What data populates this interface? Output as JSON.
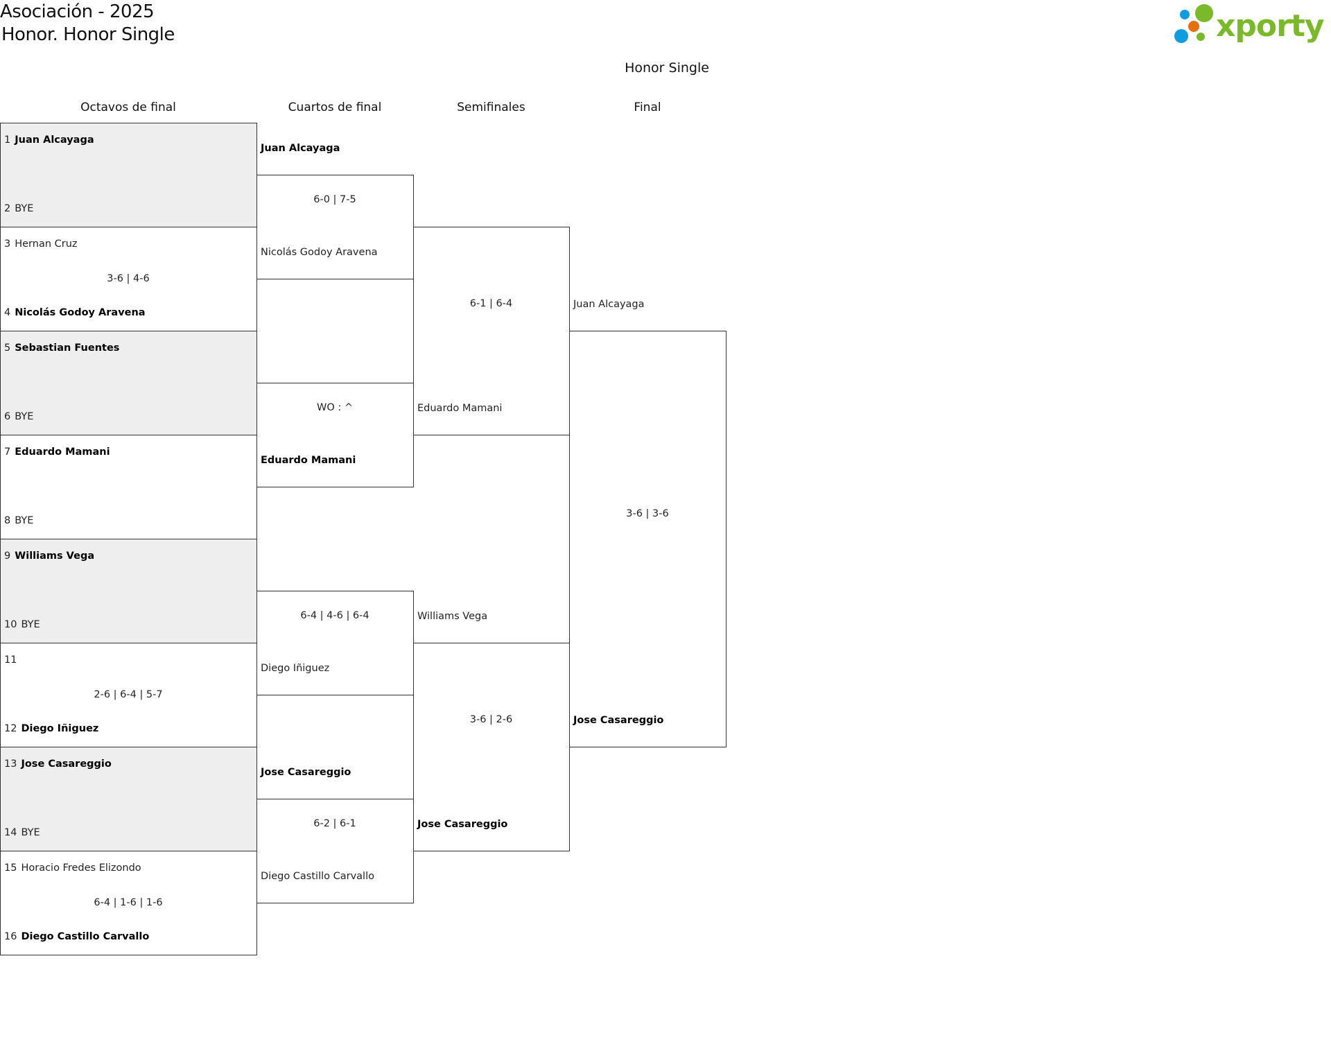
{
  "header": {
    "title": "Asociación - 2025",
    "subtitle": "Honor. Honor Single",
    "draw_name": "Honor Single"
  },
  "logo": {
    "text": "xporty",
    "colors": {
      "green": "#7ab929",
      "blue": "#0f9de0",
      "orange": "#e5700f"
    }
  },
  "rounds": [
    "Octavos de final",
    "Cuartos de final",
    "Semifinales",
    "Final"
  ],
  "octavos": [
    {
      "top": {
        "seed": "1",
        "name": "Juan Alcayaga",
        "winner": true
      },
      "bottom": {
        "seed": "2",
        "name": "BYE",
        "winner": false
      },
      "score": "",
      "bye": true
    },
    {
      "top": {
        "seed": "3",
        "name": "Hernan Cruz",
        "winner": false
      },
      "bottom": {
        "seed": "4",
        "name": "Nicolás Godoy Aravena",
        "winner": true
      },
      "score": "3-6 | 4-6",
      "bye": false
    },
    {
      "top": {
        "seed": "5",
        "name": "Sebastian Fuentes",
        "winner": true
      },
      "bottom": {
        "seed": "6",
        "name": "BYE",
        "winner": false
      },
      "score": "",
      "bye": true
    },
    {
      "top": {
        "seed": "7",
        "name": "Eduardo Mamani",
        "winner": true
      },
      "bottom": {
        "seed": "8",
        "name": "BYE",
        "winner": false
      },
      "score": "",
      "bye": false
    },
    {
      "top": {
        "seed": "9",
        "name": "Williams Vega",
        "winner": true
      },
      "bottom": {
        "seed": "10",
        "name": "BYE",
        "winner": false
      },
      "score": "",
      "bye": true
    },
    {
      "top": {
        "seed": "11",
        "name": "",
        "winner": false
      },
      "bottom": {
        "seed": "12",
        "name": "Diego Iñiguez",
        "winner": true
      },
      "score": "2-6 | 6-4 | 5-7",
      "bye": false
    },
    {
      "top": {
        "seed": "13",
        "name": "Jose Casareggio",
        "winner": true
      },
      "bottom": {
        "seed": "14",
        "name": "BYE",
        "winner": false
      },
      "score": "",
      "bye": true
    },
    {
      "top": {
        "seed": "15",
        "name": "Horacio Fredes Elizondo",
        "winner": false
      },
      "bottom": {
        "seed": "16",
        "name": "Diego Castillo Carvallo",
        "winner": true
      },
      "score": "6-4 | 1-6 | 1-6",
      "bye": false
    }
  ],
  "cuartos": [
    {
      "top": {
        "name": "Juan Alcayaga",
        "winner": true
      },
      "score": "6-0 | 7-5",
      "bottom": {
        "name": "Nicolás Godoy Aravena",
        "winner": false
      }
    },
    {
      "top": {
        "name": "",
        "winner": false
      },
      "score": "WO : ^",
      "bottom": {
        "name": "Eduardo Mamani",
        "winner": true
      }
    },
    {
      "top": {
        "name": "",
        "winner": false
      },
      "score": "6-4 | 4-6 | 6-4",
      "bottom": {
        "name": "Diego Iñiguez",
        "winner": false
      }
    },
    {
      "top": {
        "name": "Jose Casareggio",
        "winner": true
      },
      "score": "6-2 | 6-1",
      "bottom": {
        "name": "Diego Castillo Carvallo",
        "winner": false
      }
    }
  ],
  "semifinales": [
    {
      "top": {
        "name": "",
        "winner": false
      },
      "score": "6-1 | 6-4",
      "bottom": {
        "name": "Eduardo Mamani",
        "winner": false
      }
    },
    {
      "top": {
        "name": "Williams Vega",
        "winner": false
      },
      "score": "3-6 | 2-6",
      "bottom": {
        "name": "Jose Casareggio",
        "winner": true
      }
    }
  ],
  "final": [
    {
      "top": {
        "name": "Juan Alcayaga",
        "winner": false
      },
      "score": "3-6 | 3-6",
      "bottom": {
        "name": "Jose Casareggio",
        "winner": true
      }
    }
  ]
}
